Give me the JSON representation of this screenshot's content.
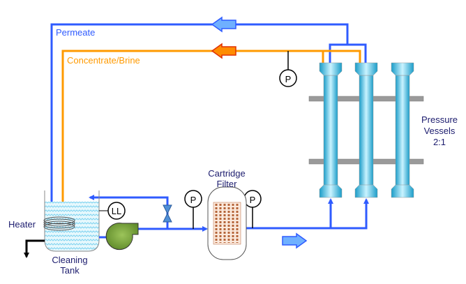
{
  "labels": {
    "permeate": "Permeate",
    "concentrate": "Concentrate/Brine",
    "pressure_vessels_line1": "Pressure",
    "pressure_vessels_line2": "Vessels",
    "pressure_vessels_line3": "2:1",
    "cartridge_line1": "Cartridge",
    "cartridge_line2": "Filter",
    "heater": "Heater",
    "tank_line1": "Cleaning",
    "tank_line2": "Tank",
    "level_switch": "LL",
    "pressure_gauge": "P"
  },
  "colors": {
    "permeate": "#2f5bff",
    "concentrate": "#ff9a00",
    "text": "#1c1c6e",
    "vessel": "#3cb8dc",
    "pump": "#7aa33a",
    "rack": "#9a9a9a",
    "filter_media": "#b5653a"
  }
}
